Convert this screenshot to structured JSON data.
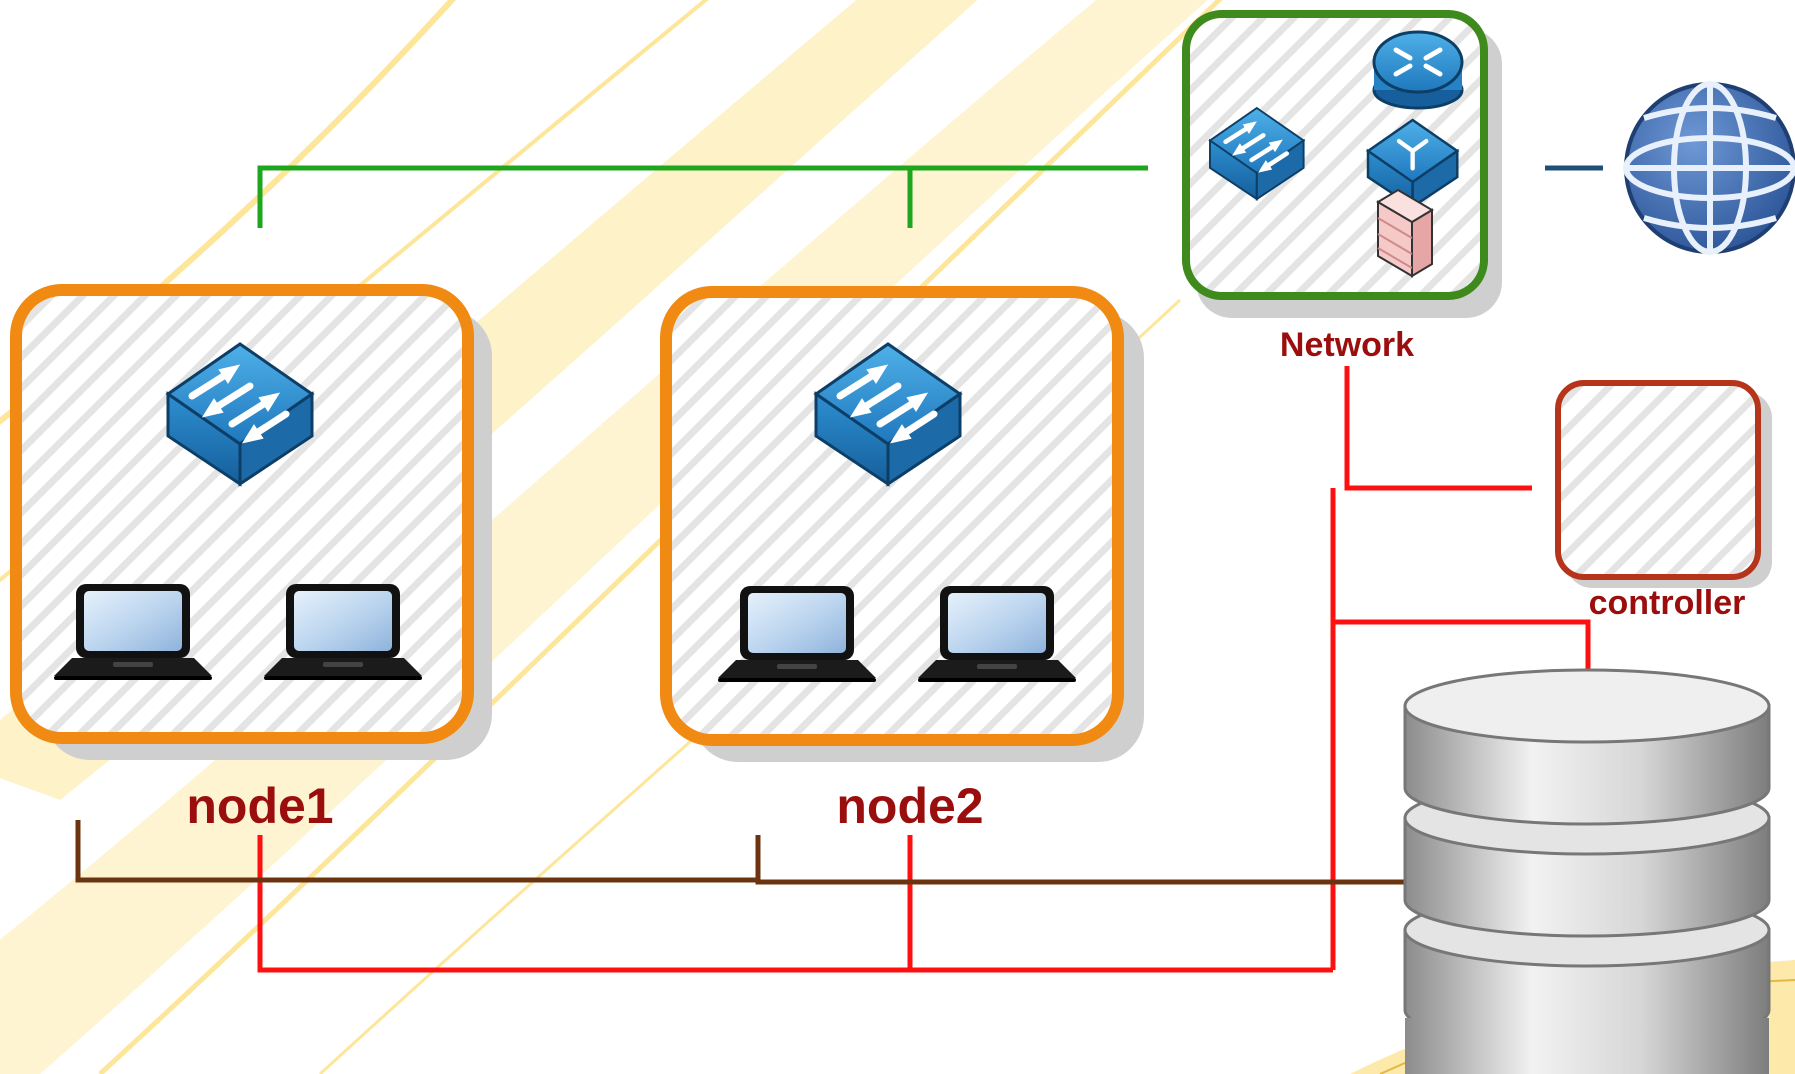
{
  "labels": {
    "node1": "node1",
    "node2": "node2",
    "network": "Network",
    "controller": "controller"
  },
  "colors": {
    "node_border": "#f08a12",
    "network_border": "#3f8a1c",
    "controller_border": "#b5341a",
    "label_text": "#9a0e0e",
    "green_link": "#1fa61f",
    "red_link": "#ff1010",
    "brown_link": "#6b3410",
    "internet_link": "#1f4f78",
    "device_blue": "#2a86c7",
    "globe_blue": "#3466a8",
    "storage_gray": "#bdbdbd",
    "background_stripe": "#fde9a4"
  },
  "icons": {
    "node1": [
      "switch-icon",
      "laptop-icon",
      "laptop-icon"
    ],
    "node2": [
      "switch-icon",
      "laptop-icon",
      "laptop-icon"
    ],
    "network": [
      "router-icon",
      "switch-icon",
      "layer3-switch-icon",
      "firewall-icon"
    ],
    "external": [
      "globe-icon"
    ],
    "storage": [
      "database-icon"
    ]
  }
}
